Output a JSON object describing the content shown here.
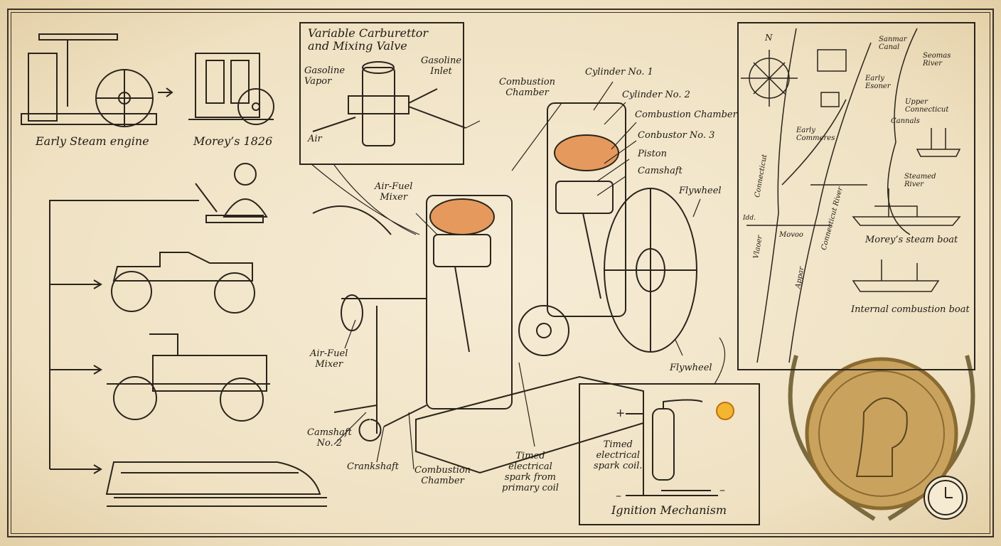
{
  "left_panel": {
    "early_steam_engine": "Early Steam engine",
    "moreys_1826": "Morey’s 1826"
  },
  "carburettor_inset": {
    "title": "Variable Carburettor\nand Mixing Valve",
    "gasoline_vapor": "Gasoline\nVapor",
    "gasoline_inlet": "Gasoline\nInlet",
    "air": "Air"
  },
  "engine_labels": {
    "combustion_chamber_top": "Combustion\nChamber",
    "cylinder_1": "Cylinder No. 1",
    "cylinder_2": "Cylinder No. 2",
    "combustion_chamber_right": "Combustion Chamber",
    "combustor_3": "Conbustor No. 3",
    "piston": "Piston",
    "camshaft": "Camshaft",
    "flywheel_top": "Flywheel",
    "air_fuel_mixer_top": "Air-Fuel\nMixer",
    "air_fuel_mixer_bottom": "Air-Fuel\nMixer",
    "camshaft_2": "Camshaft\nNo. 2",
    "crankshaft": "Crankshaft",
    "combustion_chamber_bottom": "Combustion\nChamber",
    "timed_spark": "Timed\nelectrical\nspark from\nprimary coil",
    "flywheel_bottom": "Flywheel"
  },
  "ignition_inset": {
    "coil_label": "Timed\nelectrical\nspark coil.",
    "title": "Ignition Mechanism",
    "plus": "+",
    "minus": "–",
    "minus2": "–"
  },
  "map": {
    "north": "N",
    "labels": [
      "Sanmar\nCanal",
      "Seomas\nRiver",
      "Early\nEsoner",
      "Upper\nConnecticut",
      "Cannals",
      "Early\nCommeres",
      "Steamed\nRiver",
      "Connecticut",
      "Connecticut River",
      "Movoo",
      "Vlaoer",
      "Appar",
      "Idd."
    ],
    "steam_boat": "Morey’s steam boat",
    "combustion_boat": "Internal combustion boat"
  },
  "colors": {
    "paper": "#f2e6cc",
    "ink": "#1e1a14",
    "flame": "#e0783a",
    "gold": "#b8904a"
  }
}
